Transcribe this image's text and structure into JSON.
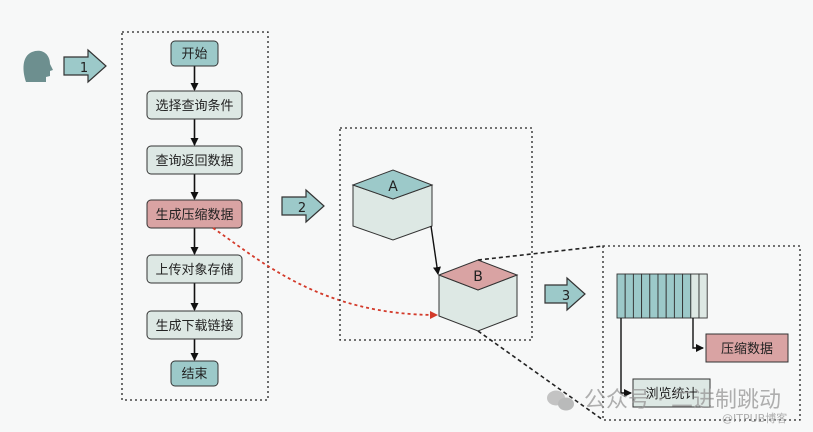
{
  "colors": {
    "teal": "#9cc9c9",
    "light": "#dde8e4",
    "pink": "#d9a3a3",
    "red_dashed": "#d33a2a",
    "background": "#f7f8f8"
  },
  "user": {
    "icon": "user-head-icon"
  },
  "steps_arrows": [
    "1",
    "2",
    "3"
  ],
  "flow": {
    "start": "开始",
    "steps": [
      "选择查询条件",
      "查询返回数据",
      "生成压缩数据",
      "上传对象存储",
      "生成下载链接"
    ],
    "end": "结束",
    "highlight_index": 2
  },
  "storage": {
    "node_a": "A",
    "node_b": "B"
  },
  "queue": {
    "slots": 11,
    "filled": 9,
    "compressed_label": "压缩数据",
    "stats_label": "浏览统计"
  },
  "watermark": {
    "main": "公众号 · 二进制跳动",
    "sub": "@ITPUB博客"
  }
}
